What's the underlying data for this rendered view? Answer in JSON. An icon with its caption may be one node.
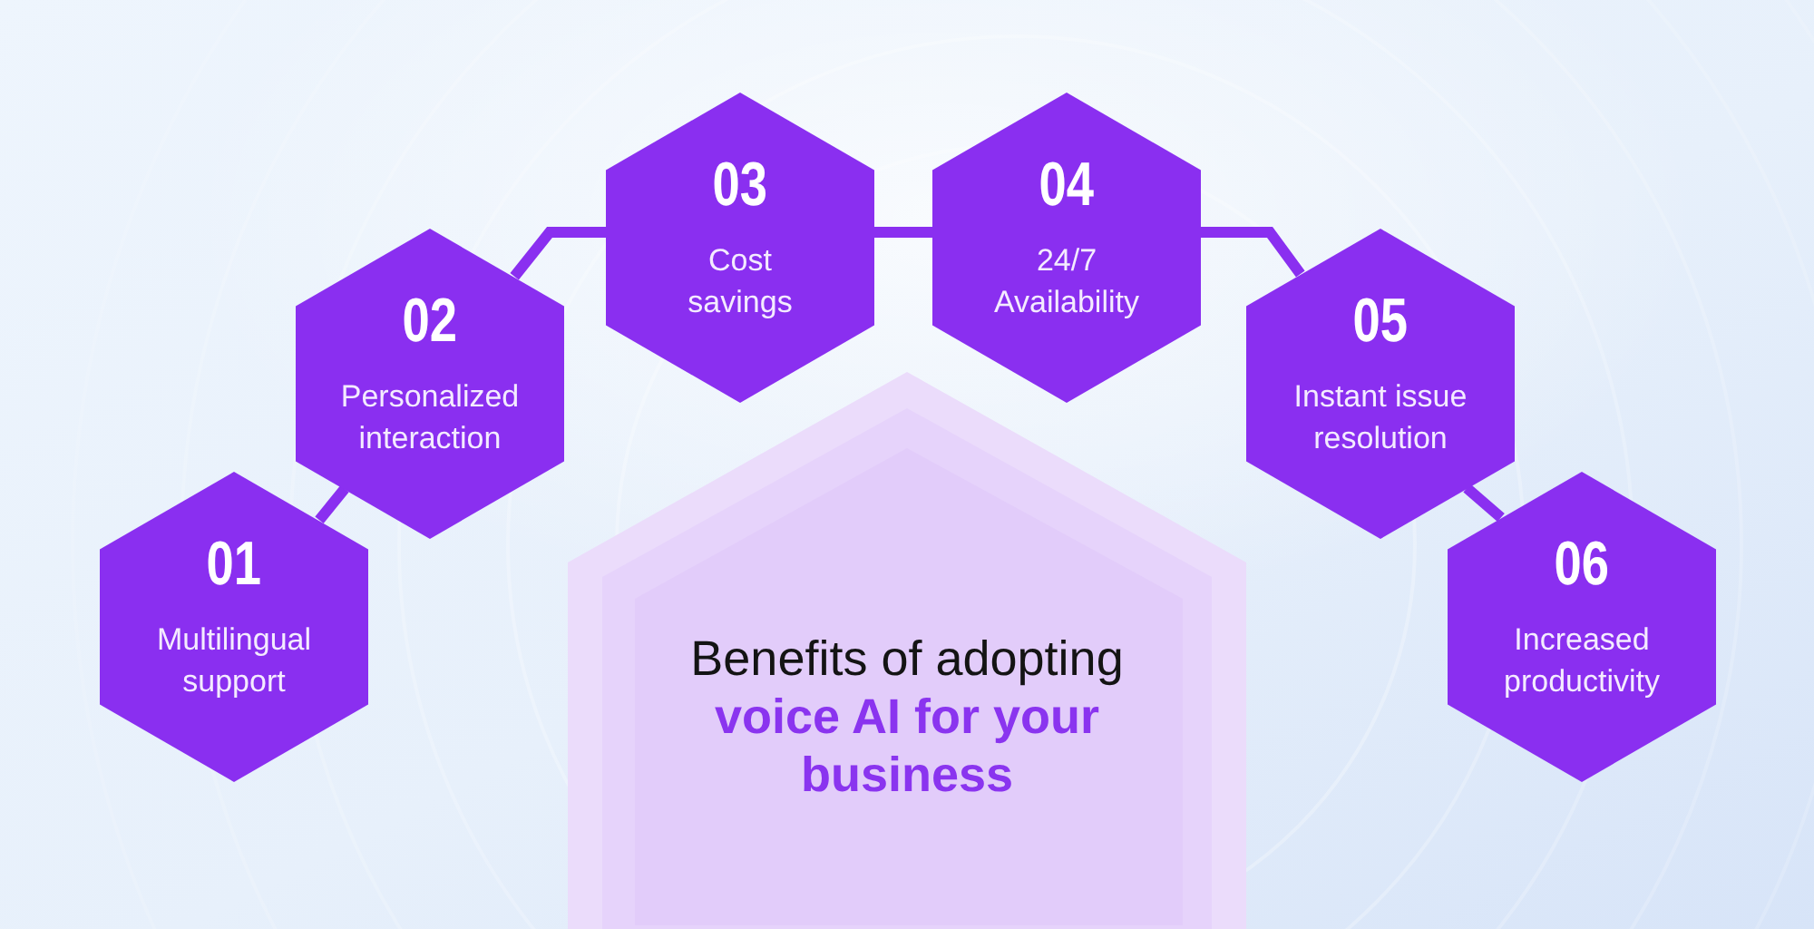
{
  "diagram": {
    "nodes": [
      {
        "text": [
          "01",
          "Multilingual support"
        ]
      },
      {
        "text": [
          "02",
          "Personalized interaction"
        ]
      },
      {
        "text": [
          "03",
          "Cost savings"
        ]
      },
      {
        "text": [
          "04",
          "24/7 Availability"
        ]
      },
      {
        "text": [
          "05",
          "Instant issue resolution"
        ]
      },
      {
        "text": [
          "06",
          "Increased productivity"
        ]
      },
      {
        "text": [
          "Benefits of adopting **voice AI for your business**"
        ]
      }
    ],
    "edges": [
      {
        "from": 0,
        "to": 1,
        "arrow": "none"
      },
      {
        "from": 1,
        "to": 2,
        "arrow": "none"
      },
      {
        "from": 2,
        "to": 3,
        "arrow": "none"
      },
      {
        "from": 3,
        "to": 4,
        "arrow": "none"
      },
      {
        "from": 4,
        "to": 5,
        "arrow": "none"
      }
    ]
  }
}
